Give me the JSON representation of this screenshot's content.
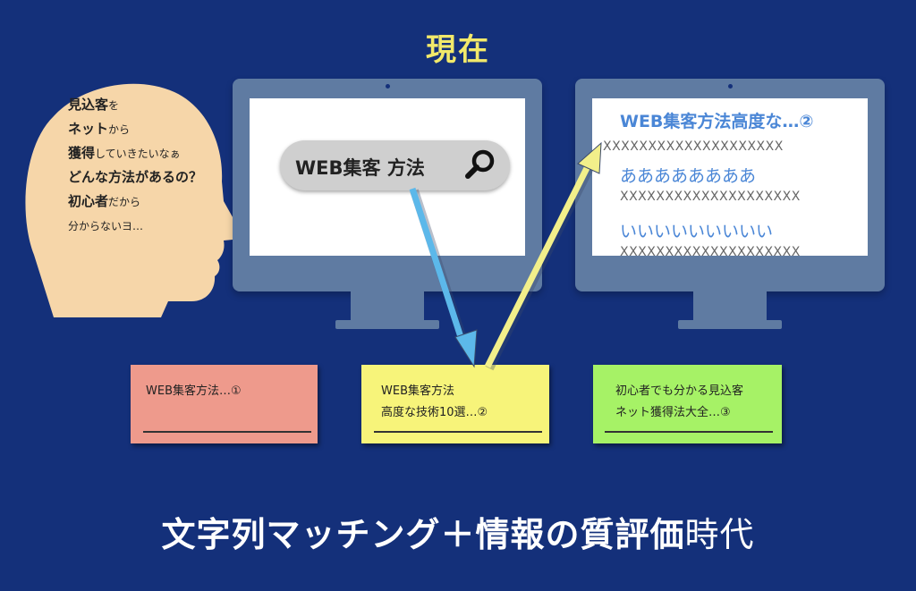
{
  "title": "現在",
  "thought_lines": [
    {
      "big": "見込客",
      "small": "を"
    },
    {
      "big": "ネット",
      "small": "から"
    },
    {
      "big": "獲得",
      "small": "していきたいなぁ"
    },
    {
      "big": "どんな方法があるの？",
      "small": ""
    },
    {
      "big": "初心者",
      "small": "だから"
    },
    {
      "big": "",
      "small": "分からないヨ…"
    }
  ],
  "search": {
    "query": "WEB集客 方法",
    "icon": "search-icon"
  },
  "results": {
    "title": "WEB集客方法高度な…②",
    "x1": "XXXXXXXXXXXXXXXXXXXX",
    "link1": "ああああああああ",
    "x2": "XXXXXXXXXXXXXXXXXXXX",
    "link2": "いいいいいいいいい",
    "x3": "XXXXXXXXXXXXXXXXXXXX"
  },
  "notes": [
    {
      "line1": "WEB集客方法…①",
      "line2": "",
      "color": "#ee9a8c"
    },
    {
      "line1": "WEB集客方法",
      "line2": "高度な技術10選…②",
      "color": "#f7f47a"
    },
    {
      "line1": "初心者でも分かる見込客",
      "line2": "ネット獲得法大全…③",
      "color": "#a6f266"
    }
  ],
  "arrows": {
    "down_color": "#5cb8ea",
    "up_color": "#f2ef8a"
  },
  "caption": {
    "bold": "文字列マッチング＋情報の質評価",
    "light": "時代"
  },
  "colors": {
    "background": "#14307a",
    "title": "#f2e96a",
    "monitor": "#5f7ba2",
    "head": "#f6d6a9"
  }
}
